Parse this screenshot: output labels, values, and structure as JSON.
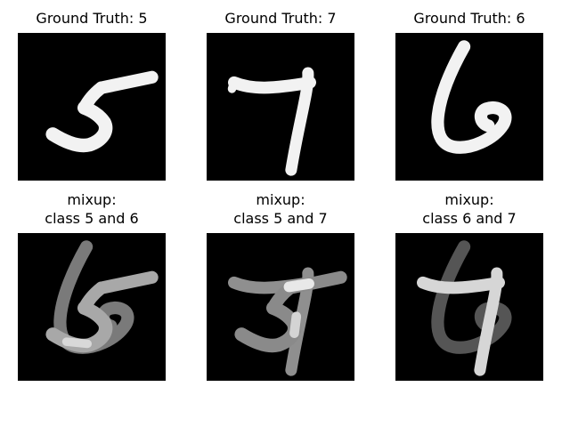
{
  "figure": {
    "top_row": [
      {
        "title": "Ground Truth: 5",
        "digit": "5"
      },
      {
        "title": "Ground Truth: 7",
        "digit": "7"
      },
      {
        "title": "Ground Truth: 6",
        "digit": "6"
      }
    ],
    "bottom_row": [
      {
        "title_line1": "mixup:",
        "title_line2": "class 5 and 6",
        "classes": [
          "5",
          "6"
        ]
      },
      {
        "title_line1": "mixup:",
        "title_line2": "class 5 and 7",
        "classes": [
          "5",
          "7"
        ]
      },
      {
        "title_line1": "mixup:",
        "title_line2": "class 6 and 7",
        "classes": [
          "6",
          "7"
        ]
      }
    ],
    "colors": {
      "background": "#ffffff",
      "panel": "#000000",
      "stroke_full": "#f2f2f2",
      "stroke_blend": "#8c8c8c"
    }
  }
}
